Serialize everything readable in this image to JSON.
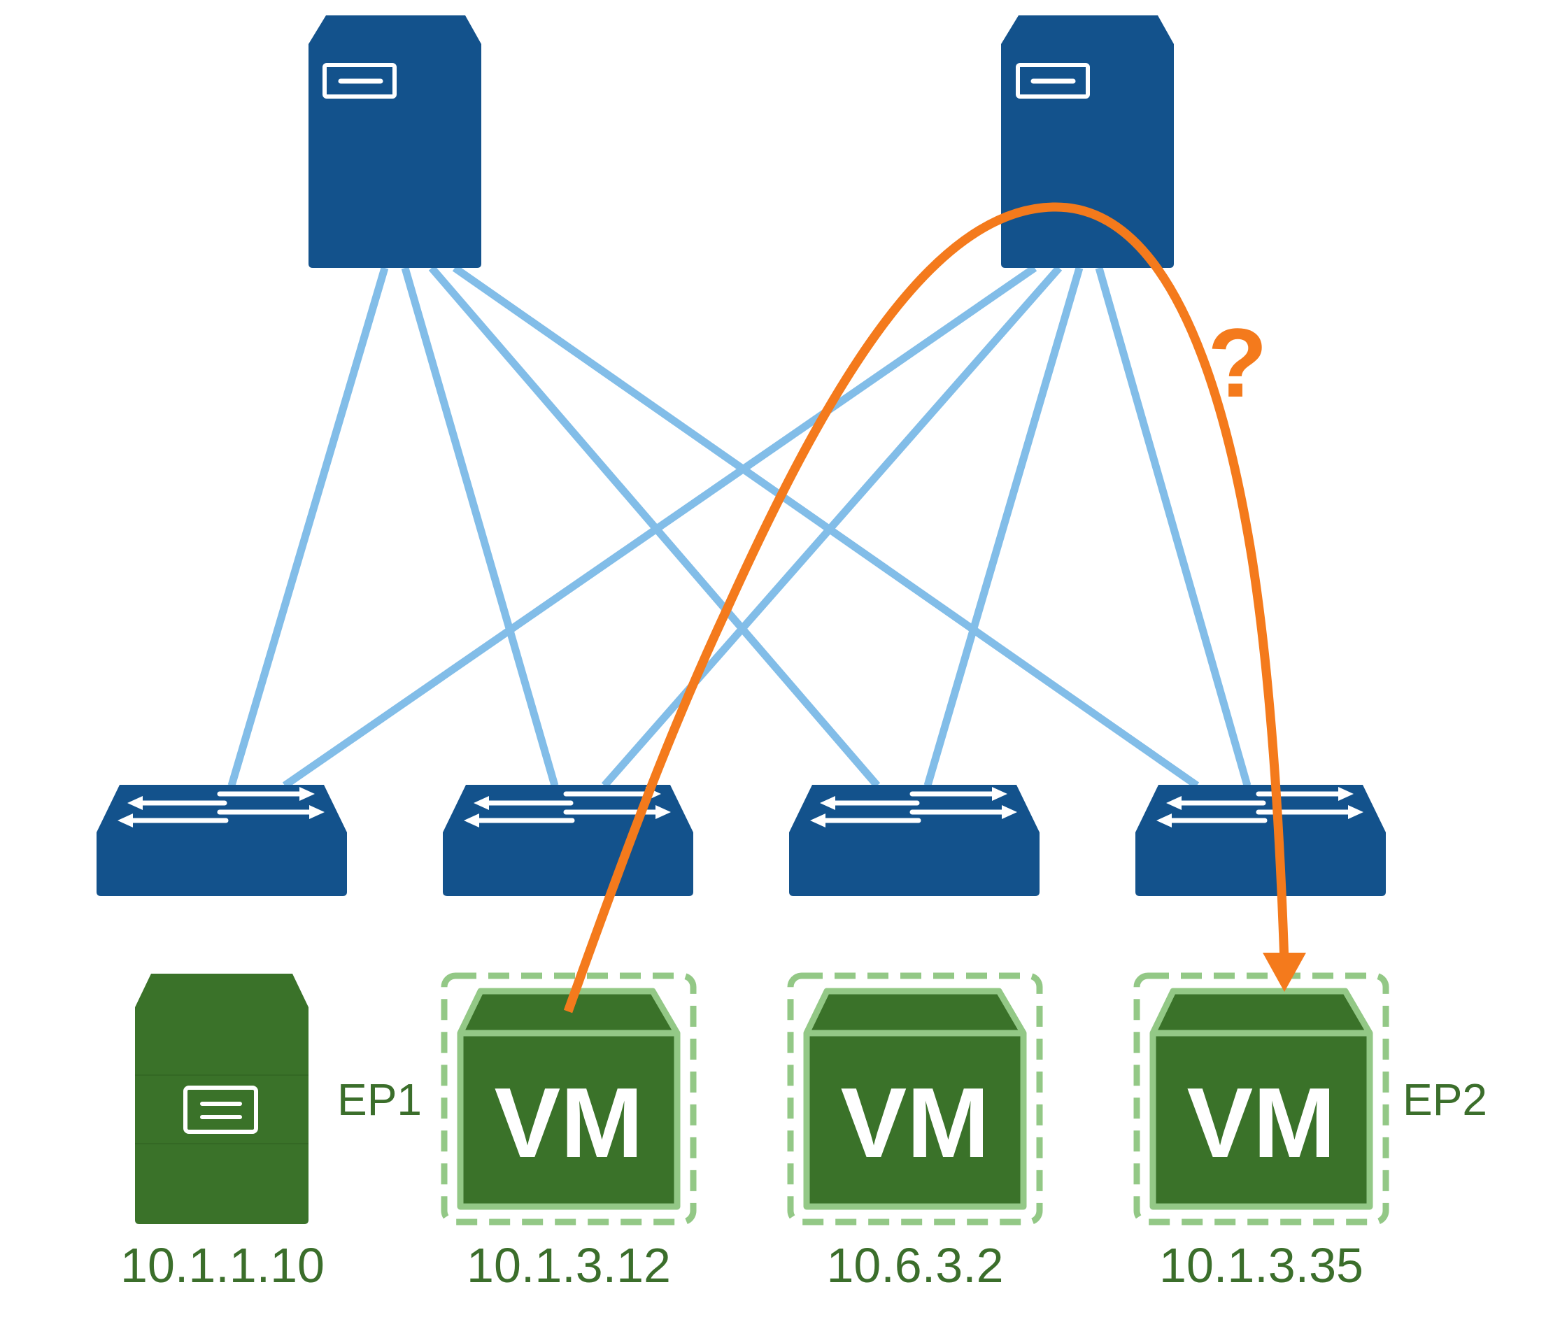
{
  "diagram": {
    "title": "Spine-leaf fabric: endpoint reachability question",
    "colors": {
      "background": "#ffffff",
      "network_device": "#13528c",
      "link": "#82bde8",
      "endpoint_fill": "#3a7229",
      "endpoint_outline": "#93c886",
      "label_text": "#3b6e2b",
      "path": "#f47a1c"
    },
    "spines": [
      {
        "id": "spine-1",
        "icon": "server-icon"
      },
      {
        "id": "spine-2",
        "icon": "server-icon"
      }
    ],
    "leaves": [
      {
        "id": "leaf-1",
        "icon": "switch-icon"
      },
      {
        "id": "leaf-2",
        "icon": "switch-icon"
      },
      {
        "id": "leaf-3",
        "icon": "switch-icon"
      },
      {
        "id": "leaf-4",
        "icon": "switch-icon"
      }
    ],
    "links": [
      {
        "from": "spine-1",
        "to": "leaf-1"
      },
      {
        "from": "spine-1",
        "to": "leaf-2"
      },
      {
        "from": "spine-1",
        "to": "leaf-3"
      },
      {
        "from": "spine-1",
        "to": "leaf-4"
      },
      {
        "from": "spine-2",
        "to": "leaf-1"
      },
      {
        "from": "spine-2",
        "to": "leaf-2"
      },
      {
        "from": "spine-2",
        "to": "leaf-3"
      },
      {
        "from": "spine-2",
        "to": "leaf-4"
      }
    ],
    "endpoints": [
      {
        "id": "ep-1",
        "type": "server",
        "ip": "10.1.1.10",
        "tag": "EP1",
        "vm_label": ""
      },
      {
        "id": "ep-2",
        "type": "vm",
        "ip": "10.1.3.12",
        "tag": "",
        "vm_label": "VM"
      },
      {
        "id": "ep-3",
        "type": "vm",
        "ip": "10.6.3.2",
        "tag": "",
        "vm_label": "VM"
      },
      {
        "id": "ep-4",
        "type": "vm",
        "ip": "10.1.3.35",
        "tag": "EP2",
        "vm_label": "VM"
      }
    ],
    "traffic_path": {
      "from": "ep-2",
      "via": "spine-2",
      "to": "ep-4",
      "annotation": "?"
    }
  }
}
